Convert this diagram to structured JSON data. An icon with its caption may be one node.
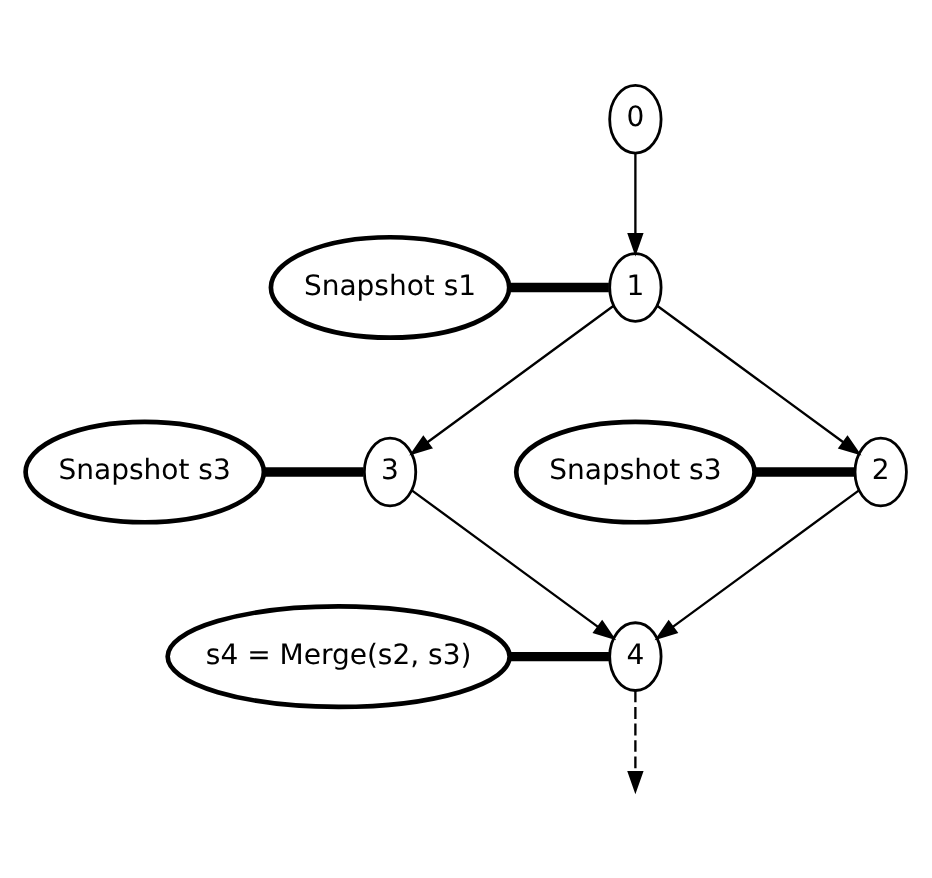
{
  "diagram": {
    "nodes": [
      {
        "text": [
          "0"
        ]
      },
      {
        "text": [
          "Snapshot s1"
        ]
      },
      {
        "text": [
          "1"
        ]
      },
      {
        "text": [
          "2"
        ]
      },
      {
        "text": [
          "3"
        ]
      },
      {
        "text": [
          "Snapshot s3"
        ]
      },
      {
        "text": [
          "Snapshot s3"
        ]
      },
      {
        "text": [
          "4"
        ]
      },
      {
        "text": [
          "s4 = Merge(s2, s3)"
        ]
      }
    ],
    "edges": [
      {
        "from": 0,
        "to": 2,
        "arrow": "to"
      },
      {
        "from": 1,
        "to": 2,
        "arrow": "none",
        "style": "thick"
      },
      {
        "from": 2,
        "to": 3,
        "arrow": "to"
      },
      {
        "from": 2,
        "to": 4,
        "arrow": "to"
      },
      {
        "from": 5,
        "to": 3,
        "arrow": "none",
        "style": "thick"
      },
      {
        "from": 6,
        "to": 4,
        "arrow": "none",
        "style": "thick"
      },
      {
        "from": 3,
        "to": 7,
        "arrow": "to"
      },
      {
        "from": 4,
        "to": 7,
        "arrow": "to"
      },
      {
        "from": 8,
        "to": 7,
        "arrow": "none",
        "style": "thick"
      },
      {
        "from": 7,
        "to": null,
        "arrow": "to",
        "style": "dashed"
      }
    ]
  }
}
